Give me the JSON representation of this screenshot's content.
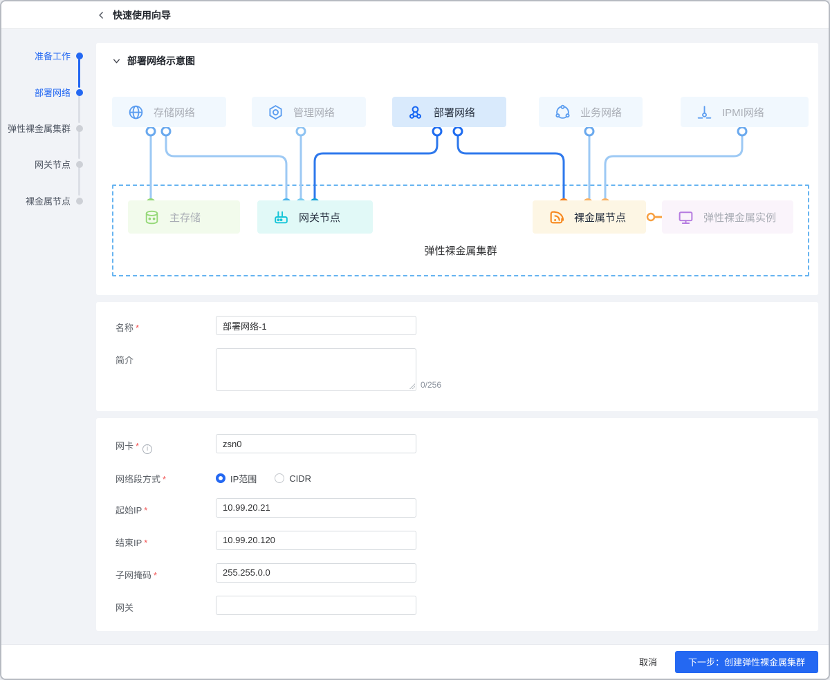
{
  "header": {
    "title": "快速使用向导"
  },
  "stepper": {
    "items": [
      {
        "label": "准备工作",
        "state": "done"
      },
      {
        "label": "部署网络",
        "state": "active"
      },
      {
        "label": "弹性裸金属集群",
        "state": "pending"
      },
      {
        "label": "网关节点",
        "state": "pending"
      },
      {
        "label": "裸金属节点",
        "state": "pending"
      }
    ]
  },
  "diagram": {
    "section_title": "部署网络示意图",
    "top_nodes": [
      {
        "label": "存储网络",
        "active": false
      },
      {
        "label": "管理网络",
        "active": false
      },
      {
        "label": "部署网络",
        "active": true
      },
      {
        "label": "业务网络",
        "active": false
      },
      {
        "label": "IPMI网络",
        "active": false
      }
    ],
    "bottom_nodes": [
      {
        "label": "主存储",
        "active": false
      },
      {
        "label": "网关节点",
        "active": true
      },
      {
        "label": "裸金属节点",
        "active": true
      },
      {
        "label": "弹性裸金属实例",
        "active": false
      }
    ],
    "cluster_label": "弹性裸金属集群"
  },
  "form_basic": {
    "name_label": "名称",
    "name_value": "部署网络-1",
    "desc_label": "简介",
    "desc_value": "",
    "desc_counter": "0/256"
  },
  "form_network": {
    "nic_label": "网卡",
    "nic_value": "zsn0",
    "segment_label": "网络段方式",
    "radio_ip_range": "IP范围",
    "radio_cidr": "CIDR",
    "start_ip_label": "起始IP",
    "start_ip_value": "10.99.20.21",
    "end_ip_label": "结束IP",
    "end_ip_value": "10.99.20.120",
    "mask_label": "子网掩码",
    "mask_value": "255.255.0.0",
    "gateway_label": "网关",
    "gateway_value": ""
  },
  "footer": {
    "cancel_label": "取消",
    "next_label": "下一步：创建弹性裸金属集群"
  },
  "misc": {
    "required_mark": "*",
    "info_glyph": "i"
  },
  "colors": {
    "accent": "#2468f2",
    "line_light": "#9dc9f4",
    "line_strong": "#2e78ec",
    "dashed_border": "#66b3f0",
    "node_active_bg": "#d9eafc",
    "node_bg": "#f1f8fe",
    "storage_green": "#95d878",
    "gateway_cyan": "#16c5d8",
    "baremetal_orange": "#f7871d",
    "instance_purple": "#b57be0"
  }
}
